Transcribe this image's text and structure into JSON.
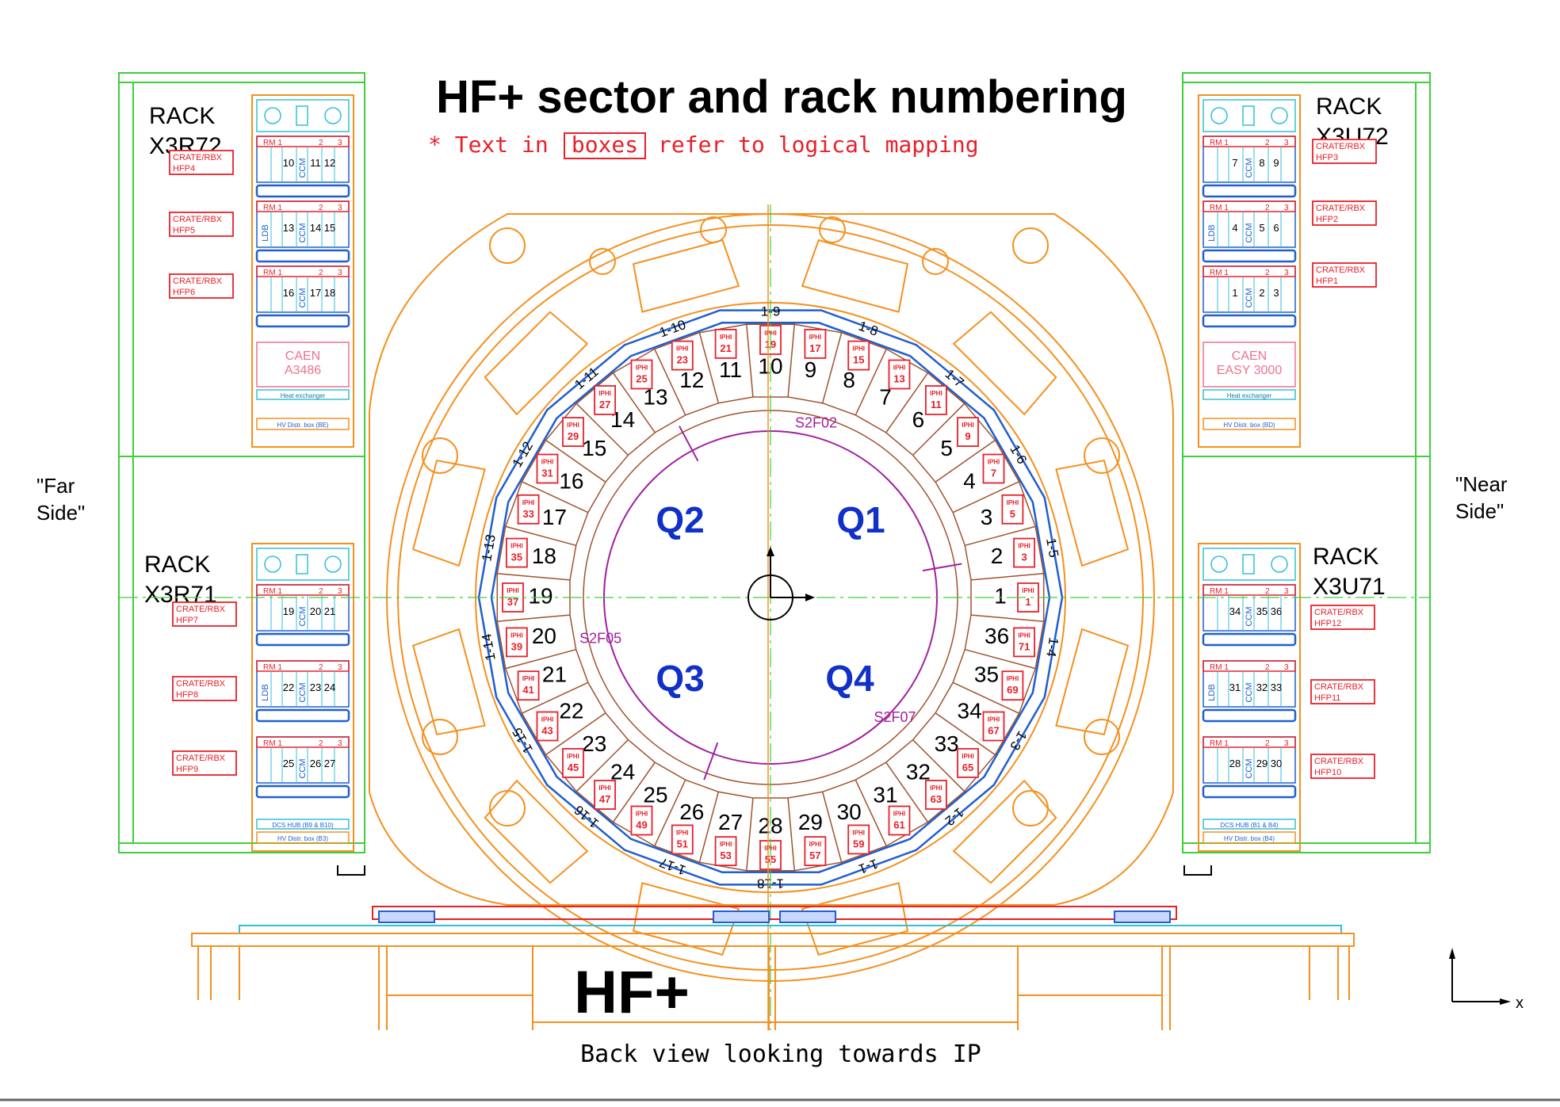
{
  "title": "HF+ sector and rack numbering",
  "note": {
    "prefix": "* Text in",
    "boxed": "boxes",
    "suffix": "refer to logical mapping"
  },
  "caption": "Back view looking towards IP",
  "hf_label": "HF+",
  "side_labels": {
    "far_1": "\"Far",
    "far_2": "Side\"",
    "near_1": "\"Near",
    "near_2": "Side\""
  },
  "quadrants": [
    "Q1",
    "Q2",
    "Q3",
    "Q4"
  ],
  "cable_labels": [
    "S2F02",
    "S2F05",
    "S2F07"
  ],
  "axis_label": "x",
  "colors": {
    "orange": "#f5901e",
    "blue": "#1f5fd0",
    "brown": "#a0522d",
    "red": "#e8202a",
    "green": "#3ecf3e",
    "cyan": "#30c0d8",
    "purple": "#a020a0",
    "quad_blue": "#1030c8"
  },
  "sectors": [
    {
      "n": "1",
      "iphi": "1"
    },
    {
      "n": "2",
      "iphi": "3"
    },
    {
      "n": "3",
      "iphi": "5"
    },
    {
      "n": "4",
      "iphi": "7"
    },
    {
      "n": "5",
      "iphi": "9"
    },
    {
      "n": "6",
      "iphi": "11"
    },
    {
      "n": "7",
      "iphi": "13"
    },
    {
      "n": "8",
      "iphi": "15"
    },
    {
      "n": "9",
      "iphi": "17"
    },
    {
      "n": "10",
      "iphi": "19"
    },
    {
      "n": "11",
      "iphi": "21"
    },
    {
      "n": "12",
      "iphi": "23"
    },
    {
      "n": "13",
      "iphi": "25"
    },
    {
      "n": "14",
      "iphi": "27"
    },
    {
      "n": "15",
      "iphi": "29"
    },
    {
      "n": "16",
      "iphi": "31"
    },
    {
      "n": "17",
      "iphi": "33"
    },
    {
      "n": "18",
      "iphi": "35"
    },
    {
      "n": "19",
      "iphi": "37"
    },
    {
      "n": "20",
      "iphi": "39"
    },
    {
      "n": "21",
      "iphi": "41"
    },
    {
      "n": "22",
      "iphi": "43"
    },
    {
      "n": "23",
      "iphi": "45"
    },
    {
      "n": "24",
      "iphi": "47"
    },
    {
      "n": "25",
      "iphi": "49"
    },
    {
      "n": "26",
      "iphi": "51"
    },
    {
      "n": "27",
      "iphi": "53"
    },
    {
      "n": "28",
      "iphi": "55"
    },
    {
      "n": "29",
      "iphi": "57"
    },
    {
      "n": "30",
      "iphi": "59"
    },
    {
      "n": "31",
      "iphi": "61"
    },
    {
      "n": "32",
      "iphi": "63"
    },
    {
      "n": "33",
      "iphi": "65"
    },
    {
      "n": "34",
      "iphi": "67"
    },
    {
      "n": "35",
      "iphi": "69"
    },
    {
      "n": "36",
      "iphi": "71"
    }
  ],
  "iphi_prefix": "IPHI",
  "outer_labels": [
    "1-1",
    "1-2",
    "1-3",
    "1-4",
    "1-5",
    "1-6",
    "1-7",
    "1-8",
    "1-9",
    "1-10",
    "1-11",
    "1-12",
    "1-13",
    "1-14",
    "1-15",
    "1-16",
    "1-17",
    "1-18"
  ],
  "racks": [
    {
      "side": "left",
      "name_1": "RACK",
      "name_2": "X3R72",
      "rbx": [
        "HFP4",
        "HFP5",
        "HFP6"
      ],
      "slots": [
        [
          "10",
          "11",
          "12"
        ],
        [
          "13",
          "14",
          "15"
        ],
        [
          "16",
          "17",
          "18"
        ]
      ],
      "bottom": "CAEN",
      "bottom_2": "A3486",
      "hx": "Heat exchanger",
      "hv": "HV Distr. box (BE)"
    },
    {
      "side": "right",
      "name_1": "RACK",
      "name_2": "X3U72",
      "rbx": [
        "HFP3",
        "HFP2",
        "HFP1"
      ],
      "slots": [
        [
          "7",
          "8",
          "9"
        ],
        [
          "4",
          "5",
          "6"
        ],
        [
          "1",
          "2",
          "3"
        ]
      ],
      "bottom": "CAEN",
      "bottom_2": "EASY 3000",
      "hx": "Heat exchanger",
      "hv": "HV Distr. box (BD)"
    },
    {
      "side": "left",
      "name_1": "RACK",
      "name_2": "X3R71",
      "rbx": [
        "HFP7",
        "HFP8",
        "HFP9"
      ],
      "slots": [
        [
          "19",
          "20",
          "21"
        ],
        [
          "22",
          "23",
          "24"
        ],
        [
          "25",
          "26",
          "27"
        ]
      ],
      "dcs": "DCS HUB (B9 & B10)",
      "hv": "HV Distr. box (B3)"
    },
    {
      "side": "right",
      "name_1": "RACK",
      "name_2": "X3U71",
      "rbx": [
        "HFP12",
        "HFP11",
        "HFP10"
      ],
      "slots": [
        [
          "34",
          "35",
          "36"
        ],
        [
          "31",
          "32",
          "33"
        ],
        [
          "28",
          "29",
          "30"
        ]
      ],
      "dcs": "DCS HUB (B1 & B4)",
      "hv": "HV Distr. box (B4)"
    }
  ],
  "rbx_prefix": "CRATE/RBX",
  "rm_labels": [
    "RM 1",
    "2",
    "3"
  ],
  "ccm": "CCM",
  "ldb": "LDB"
}
